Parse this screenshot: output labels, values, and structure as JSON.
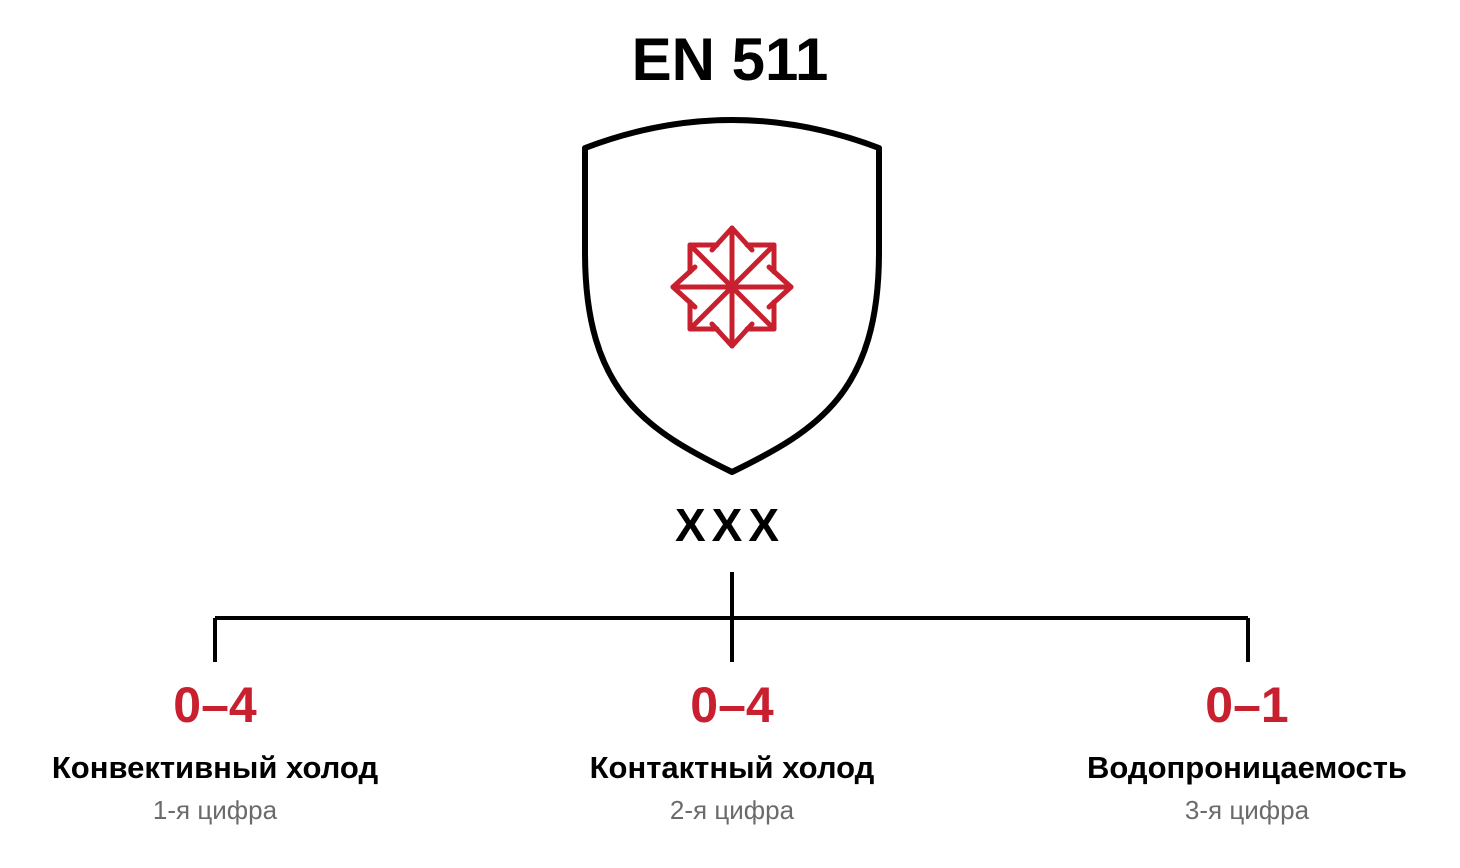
{
  "title": "EN 511",
  "code": "XXX",
  "accent_color": "#c8202f",
  "icon": "snowflake-arrows-icon",
  "categories": [
    {
      "range": "0–4",
      "name": "Конвективный холод",
      "digit": "1-я цифра"
    },
    {
      "range": "0–4",
      "name": "Контактный холод",
      "digit": "2-я цифра"
    },
    {
      "range": "0–1",
      "name": "Водопроницаемость",
      "digit": "3-я цифра"
    }
  ]
}
